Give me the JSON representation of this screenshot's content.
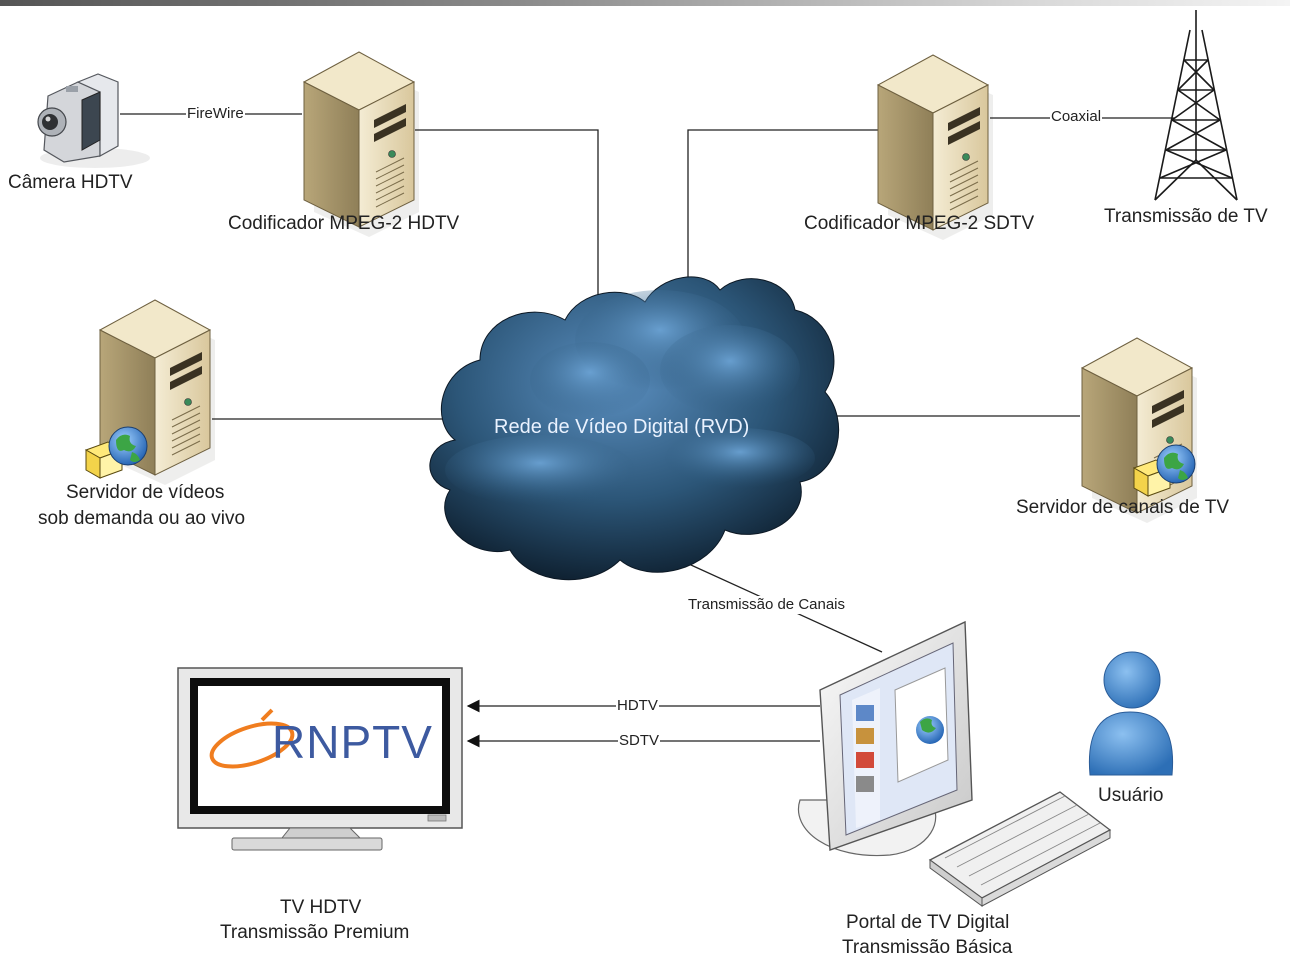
{
  "nodes": {
    "camera": "Câmera HDTV",
    "encoder_hdtv": "Codificador MPEG-2 HDTV",
    "encoder_sdtv": "Codificador MPEG-2 SDTV",
    "tv_tower": "Transmissão de TV",
    "vod_server": [
      "Servidor de vídeos",
      "sob demanda ou ao vivo"
    ],
    "network": "Rede de Vídeo Digital (RVD)",
    "channel_server": "Servidor de canais de TV",
    "tv_hdtv": [
      "TV HDTV",
      "Transmissão Premium"
    ],
    "portal": [
      "Portal de TV Digital",
      "Transmissão Básica"
    ],
    "user": "Usuário"
  },
  "edges": {
    "firewire": "FireWire",
    "coaxial": "Coaxial",
    "channels": "Transmissão de Canais",
    "hdtv": "HDTV",
    "sdtv": "SDTV"
  },
  "tv_logo": "RNPTV",
  "colors": {
    "cloud": "#2f5d85",
    "server_front": "#e9dcb8",
    "user": "#4a88cf"
  }
}
